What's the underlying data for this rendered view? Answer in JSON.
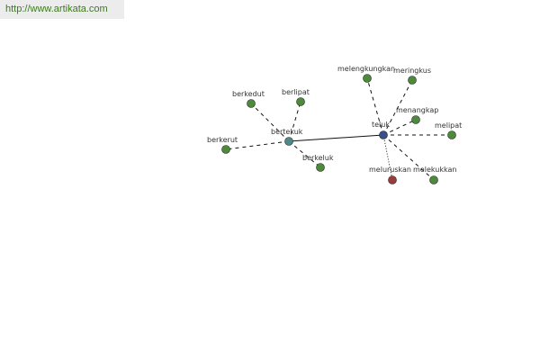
{
  "source": {
    "url_text": "http://www.artikata.com",
    "link_color": "#3b7a1e"
  },
  "graph": {
    "colors": {
      "leaf": "#4e8a3c",
      "hub_bertekuk": "#4e8a8a",
      "hub_teluk": "#3c4e8a",
      "highlight": "#9a3c3c",
      "edge": "#111111"
    },
    "nodes": [
      {
        "id": "bertekuk",
        "label": "bertekuk",
        "kind": "hub_bertekuk"
      },
      {
        "id": "teluk",
        "label": "teluk",
        "kind": "hub_teluk"
      },
      {
        "id": "berkedut",
        "label": "berkedut",
        "kind": "leaf"
      },
      {
        "id": "berlipat",
        "label": "berlipat",
        "kind": "leaf"
      },
      {
        "id": "berkerut",
        "label": "berkerut",
        "kind": "leaf"
      },
      {
        "id": "berkeluk",
        "label": "berkeluk",
        "kind": "leaf"
      },
      {
        "id": "melengkungkan",
        "label": "melengkungkan",
        "kind": "leaf"
      },
      {
        "id": "meringkus",
        "label": "meringkus",
        "kind": "leaf"
      },
      {
        "id": "menangkap",
        "label": "menangkap",
        "kind": "leaf"
      },
      {
        "id": "melipat",
        "label": "melipat",
        "kind": "leaf"
      },
      {
        "id": "meluruskan",
        "label": "meluruskan",
        "kind": "highlight"
      },
      {
        "id": "melekukkan",
        "label": "melekukkan",
        "kind": "leaf"
      }
    ],
    "edges": [
      {
        "from": "bertekuk",
        "to": "teluk",
        "style": "solid"
      },
      {
        "from": "bertekuk",
        "to": "berkedut",
        "style": "dashed"
      },
      {
        "from": "bertekuk",
        "to": "berlipat",
        "style": "dashed"
      },
      {
        "from": "bertekuk",
        "to": "berkerut",
        "style": "dashed"
      },
      {
        "from": "bertekuk",
        "to": "berkeluk",
        "style": "dashed"
      },
      {
        "from": "teluk",
        "to": "melengkungkan",
        "style": "dashed"
      },
      {
        "from": "teluk",
        "to": "meringkus",
        "style": "dashed"
      },
      {
        "from": "teluk",
        "to": "menangkap",
        "style": "dashed"
      },
      {
        "from": "teluk",
        "to": "melipat",
        "style": "dashed"
      },
      {
        "from": "teluk",
        "to": "meluruskan",
        "style": "dotted"
      },
      {
        "from": "teluk",
        "to": "melekukkan",
        "style": "dashed"
      }
    ]
  }
}
